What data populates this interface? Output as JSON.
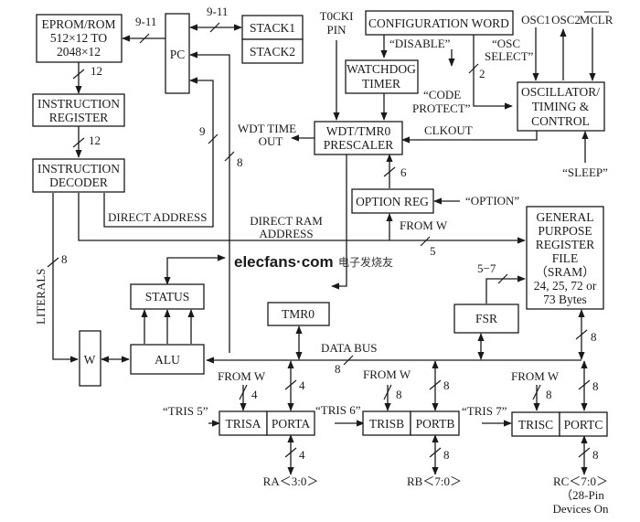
{
  "blocks": {
    "eprom": [
      "EPROM/ROM",
      "512×12 TO",
      "2048×12"
    ],
    "pc": "PC",
    "stack1": "STACK1",
    "stack2": "STACK2",
    "instr_reg": [
      "INSTRUCTION",
      "REGISTER"
    ],
    "instr_dec": [
      "INSTRUCTION",
      "DECODER"
    ],
    "config": "CONFIGURATION WORD",
    "watchdog": [
      "WATCHDOG",
      "TIMER"
    ],
    "prescaler": [
      "WDT/TMR0",
      "PRESCALER"
    ],
    "option_reg": "OPTION REG",
    "oscillator": [
      "OSCILLATOR/",
      "TIMING &",
      "CONTROL"
    ],
    "gprf": [
      "GENERAL",
      "PURPOSE",
      "REGISTER",
      "FILE",
      "（SRAM）",
      "24, 25, 72 or",
      "73 Bytes"
    ],
    "status": "STATUS",
    "alu": "ALU",
    "w": "W",
    "tmr0": "TMR0",
    "fsr": "FSR",
    "trisa": "TRISA",
    "porta": "PORTA",
    "trisb": "TRISB",
    "portb": "PORTB",
    "trisc": "TRISC",
    "portc": "PORTC"
  },
  "labels": {
    "t0cki": [
      "T0CKI",
      "PIN"
    ],
    "osc1": "OSC1",
    "osc2": "OSC2",
    "mclr": "MCLR",
    "disable": "“DISABLE”",
    "osc_select": [
      "“OSC",
      "SELECT”"
    ],
    "code_protect": [
      "“CODE",
      "PROTECT”"
    ],
    "clkout": "CLKOUT",
    "sleep": "“SLEEP”",
    "wdt_timeout": [
      "WDT TIME",
      "OUT"
    ],
    "option": "“OPTION”",
    "from_w_option": "FROM W",
    "direct_address": "DIRECT ADDRESS",
    "direct_ram": [
      "DIRECT RAM",
      "ADDRESS"
    ],
    "literals": "LITERALS",
    "data_bus": "DATA BUS",
    "from_w_a": "FROM W",
    "from_w_b": "FROM W",
    "from_w_c": "FROM W",
    "tris5": "“TRIS 5”",
    "tris6": "“TRIS 6”",
    "tris7": "“TRIS 7”",
    "ra": "RA＜3:0＞",
    "rb": "RB＜7:0＞",
    "rc": [
      "RC＜7:0＞",
      "（28-Pin",
      "Devices On"
    ]
  },
  "bus_widths": {
    "pc_to_eprom": "9-11",
    "pc_stack": "9-11",
    "eprom_ir": "12",
    "ir_dec": "12",
    "pc_9": "9",
    "pc_8": "8",
    "literals": "8",
    "osc_sel": "2",
    "opt_pre": "6",
    "direct_ram": "5",
    "fsr": "5−7",
    "gprf_bus": "8",
    "data_bus": "8",
    "trisa": "4",
    "porta_bus": "4",
    "porta_pin": "4",
    "trisb": "8",
    "portb_bus": "8",
    "portb_pin": "8",
    "trisc": "8",
    "portc_bus": "8",
    "portc_pin": "8"
  },
  "watermark": {
    "brand": "elecfans",
    "dot": "·",
    "tld": "com",
    "cn": "电子发烧友",
    "color": "#e0121b"
  }
}
